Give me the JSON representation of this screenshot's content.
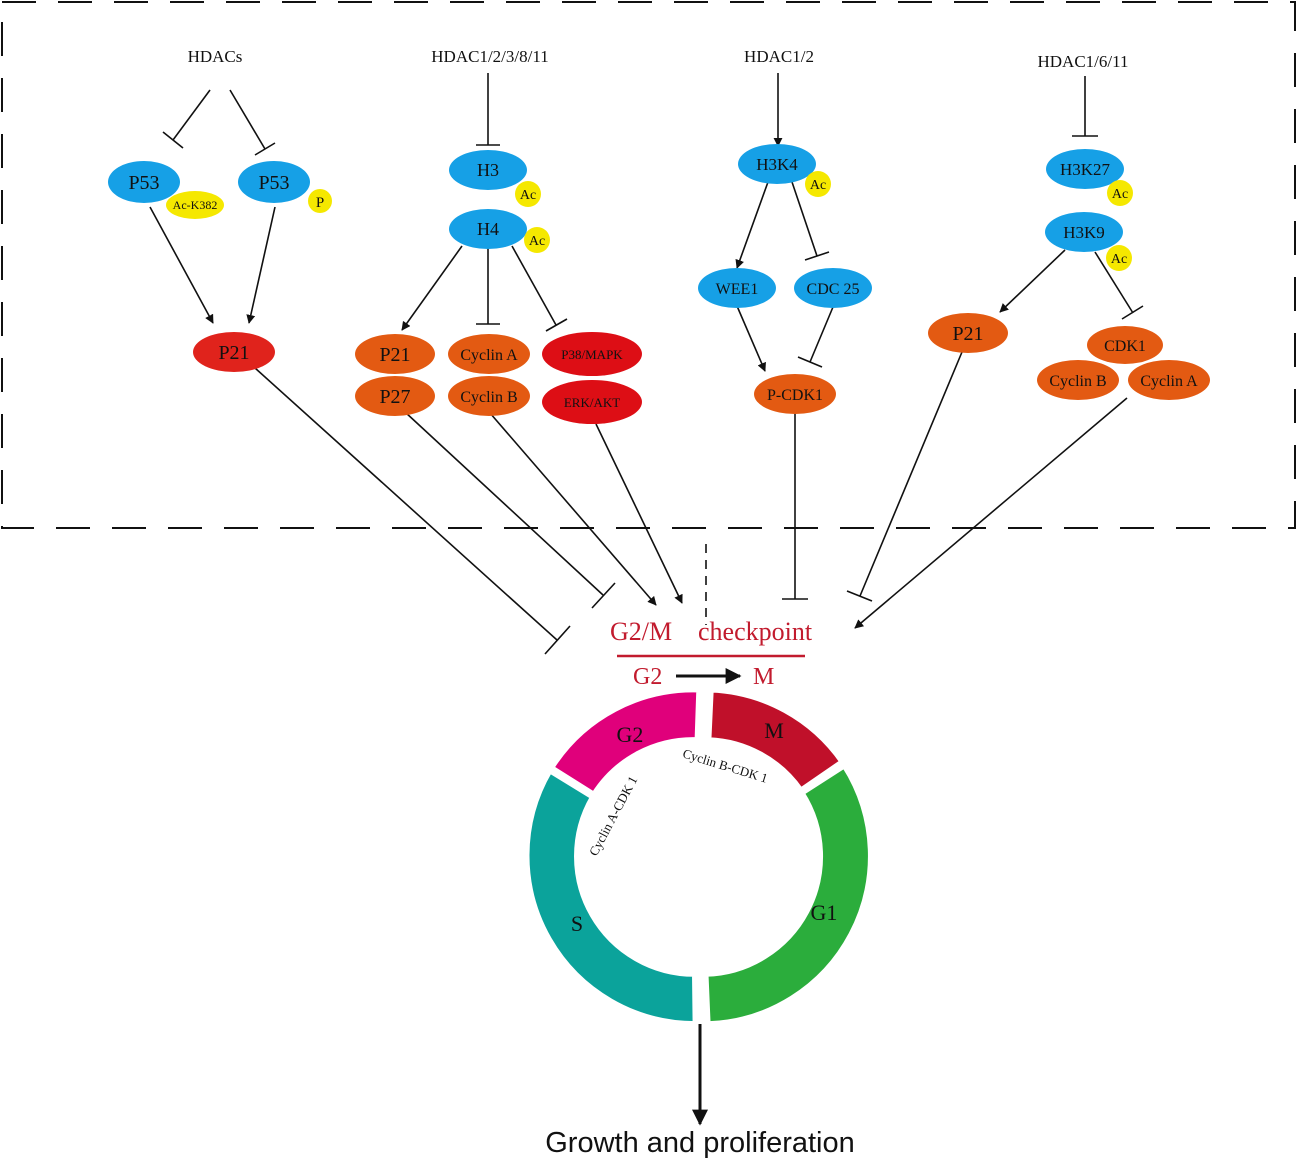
{
  "colors": {
    "blue": "#16A0E6",
    "orange": "#E35A12",
    "red": "#E0231C",
    "redDeep": "#DD0E15",
    "yellow": "#F5E800",
    "checkpoint": "#C21B2E",
    "phaseG2": "#E0007B",
    "phaseM": "#C0102A",
    "phaseG1": "#2BAD3C",
    "phaseS": "#0BA39B",
    "line": "#111111"
  },
  "regulators": {
    "hdacs": "HDACs",
    "hdac_1_2_3_8_11": "HDAC1/2/3/8/11",
    "hdac_1_2": "HDAC1/2",
    "hdac_1_6_11": "HDAC1/6/11"
  },
  "nodes": {
    "p53_a": "P53",
    "ac_k382": "Ac-K382",
    "p53_b": "P53",
    "p_mark": "P",
    "p21_a": "P21",
    "h3": "H3",
    "h4": "H4",
    "p21_b": "P21",
    "p27": "P27",
    "cyclin_a_1": "Cyclin A",
    "cyclin_b_1": "Cyclin B",
    "p38_mapk": "P38/MAPK",
    "erk_akt": "ERK/AKT",
    "h3k4": "H3K4",
    "wee1": "WEE1",
    "cdc25": "CDC 25",
    "p_cdk1": "P-CDK1",
    "h3k27": "H3K27",
    "h3k9": "H3K9",
    "p21_c": "P21",
    "cdk1": "CDK1",
    "cyclin_b_2": "Cyclin B",
    "cyclin_a_2": "Cyclin A",
    "ac": "Ac"
  },
  "checkpoint": {
    "label_left": "G2/M",
    "label_right": "checkpoint",
    "from": "G2",
    "to": "M"
  },
  "cycle": {
    "phases": [
      "G2",
      "M",
      "G1",
      "S"
    ],
    "complex_a": "Cyclin A-CDK 1",
    "complex_b": "Cyclin B-CDK 1"
  },
  "outcome": "Growth and proliferation"
}
